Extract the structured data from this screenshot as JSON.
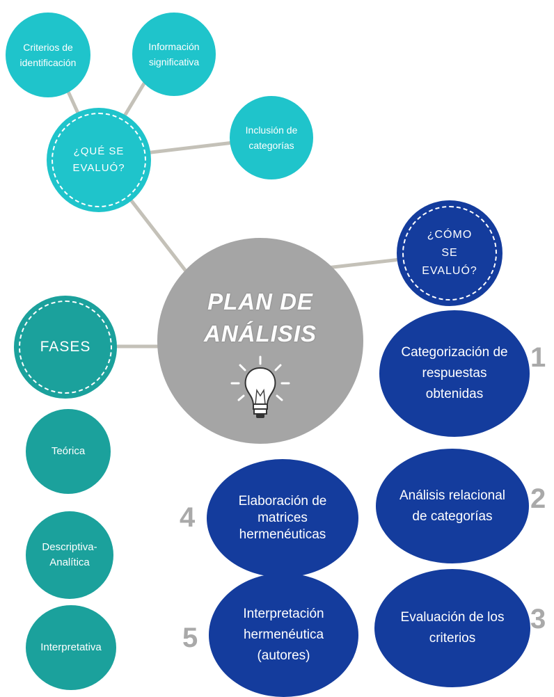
{
  "center": {
    "title": "PLAN DE\nANÁLISIS",
    "icon": "lightbulb-icon"
  },
  "que": {
    "label": "¿QUÉ SE\nEVALUÓ?",
    "children": [
      "Criterios de\nidentificación",
      "Información\nsignificativa",
      "Inclusión de\ncategorías"
    ]
  },
  "como": {
    "label": "¿CÓMO\nSE\nEVALUÓ?",
    "steps": [
      {
        "num": "1",
        "label": "Categorización de\nrespuestas\nobtenidas"
      },
      {
        "num": "2",
        "label": "Análisis relacional\nde categorías"
      },
      {
        "num": "3",
        "label": "Evaluación de los\ncriterios"
      },
      {
        "num": "4",
        "label": "Elaboración de\nmatrices\nhermenéuticas"
      },
      {
        "num": "5",
        "label": "Interpretación\nhermenéutica\n(autores)"
      }
    ]
  },
  "fases": {
    "label": "FASES",
    "items": [
      "Teórica",
      "Descriptiva-\nAnalítica",
      "Interpretativa"
    ]
  },
  "colors": {
    "cyan": "#1fc4cb",
    "teal": "#1ba19c",
    "navy": "#143c9d",
    "center": "#a5a5a5",
    "connector": "#c4c1b8"
  }
}
